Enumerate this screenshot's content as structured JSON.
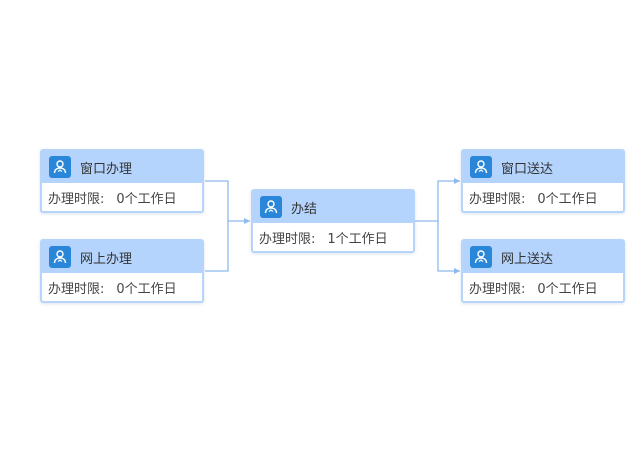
{
  "limit_label": "办理时限:",
  "nodes": {
    "window_handle": {
      "title": "窗口办理",
      "limit": "0个工作日"
    },
    "online_handle": {
      "title": "网上办理",
      "limit": "0个工作日"
    },
    "complete": {
      "title": "办结",
      "limit": "1个工作日"
    },
    "window_deliver": {
      "title": "窗口送达",
      "limit": "0个工作日"
    },
    "online_deliver": {
      "title": "网上送达",
      "limit": "0个工作日"
    }
  },
  "colors": {
    "header": "#b5d4fd",
    "border": "#b7d5fb",
    "icon": "#2a86d8",
    "connector": "#8db9ee"
  },
  "icon_name": "user-handle-icon"
}
